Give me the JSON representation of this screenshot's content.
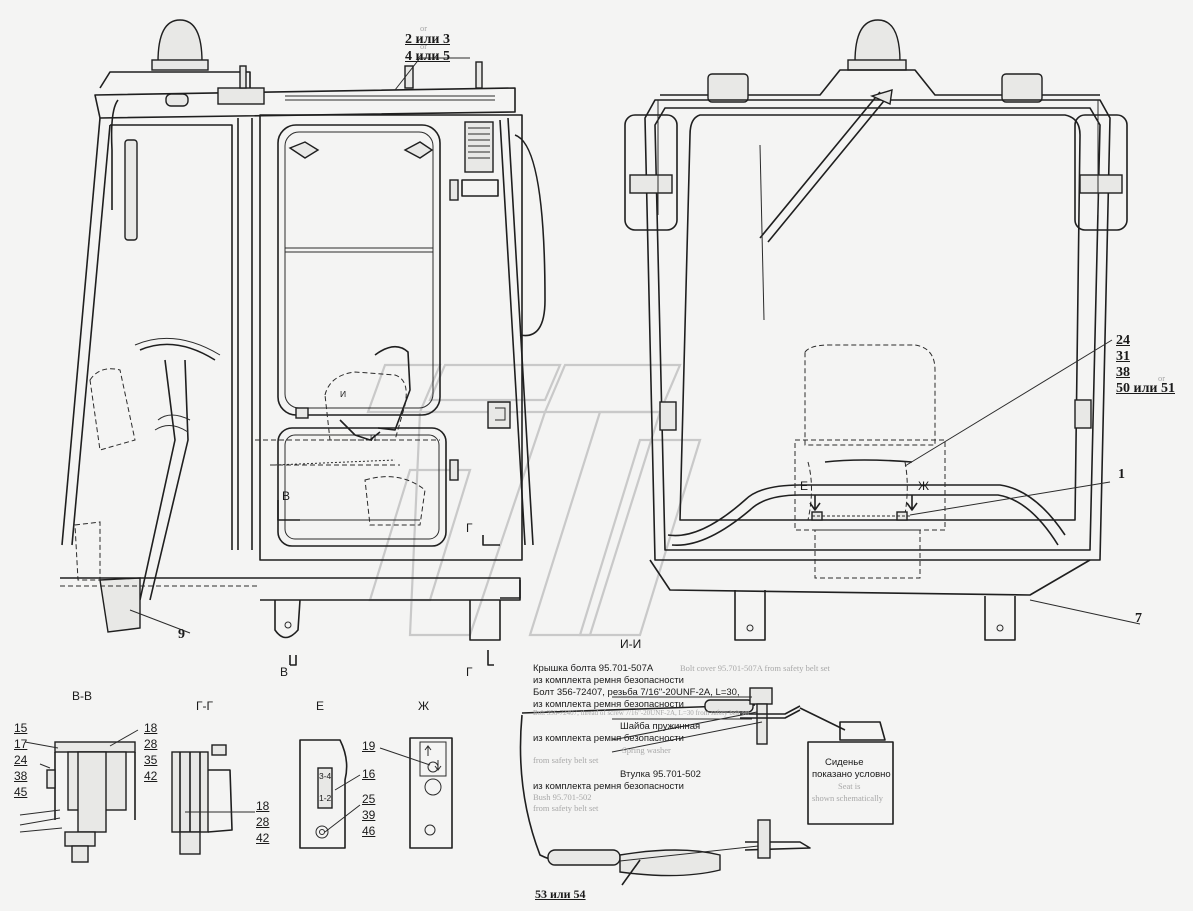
{
  "callouts_top": {
    "c1_line1": "2 или 3",
    "c1_or": "or",
    "c1_line2": "4 или 5",
    "c2_or": "or"
  },
  "callouts_right": {
    "n24": "24",
    "n31": "31",
    "n38": "38",
    "or": "or",
    "n50_51": "50 или 51",
    "n1": "1",
    "n7": "7"
  },
  "callouts_left": {
    "n9": "9"
  },
  "section_marks": {
    "v1": "В",
    "v2": "В",
    "g1": "Г",
    "g2": "Г",
    "i1": "И",
    "i2": "И",
    "e": "Е",
    "zh": "Ж"
  },
  "views": {
    "vv": {
      "title": "В-В",
      "n15": "15",
      "n17": "17",
      "n24": "24",
      "n38": "38",
      "n45": "45",
      "n18": "18",
      "n28": "28",
      "n35": "35",
      "n42": "42"
    },
    "gg": {
      "title": "Г-Г",
      "n18": "18",
      "n28": "28",
      "n42": "42"
    },
    "e": {
      "title": "Е",
      "n16": "16",
      "n25": "25",
      "n39": "39",
      "n46": "46",
      "sw1": "3-4",
      "sw2": "1-2"
    },
    "zh": {
      "title": "Ж",
      "n19": "19"
    },
    "ii": {
      "title": "И-И",
      "l1_ru": "Крышка болта  95.701-507А",
      "l1_en": "Bolt cover 95.701-507A from safety belt set",
      "l2_ru": "из комплекта ремня безопасности",
      "l3_ru": "Болт  356-72407, резьба 7/16\"-20UNF-2A, L=30,",
      "l4_ru": "из комплекта ремня безопасности",
      "l4_en": "Bolt 356-72407, thread of screw 7/16\"-20UNF-2A, L=30 from safety belt set",
      "l5_ru": "Шайба пружинная",
      "l6_ru": "из комплекта ремня безопасности",
      "l6_en1": "Spring washer",
      "l6_en2": "from safety belt set",
      "l7_ru": "Втулка  95.701-502",
      "l8_ru": "из комплекта ремня безопасности",
      "l8_en1": "Bush 95.701-502",
      "l8_en2": "from safety belt set",
      "seat_ru1": "Сиденье",
      "seat_ru2": "показано условно",
      "seat_en1": "Seat is",
      "seat_en2": "shown schematically",
      "n53_54": "53 или 54"
    }
  },
  "colors": {
    "ink": "#1f1f1f",
    "paper": "#f4f4f3",
    "watermark": "#c9c9c9"
  }
}
